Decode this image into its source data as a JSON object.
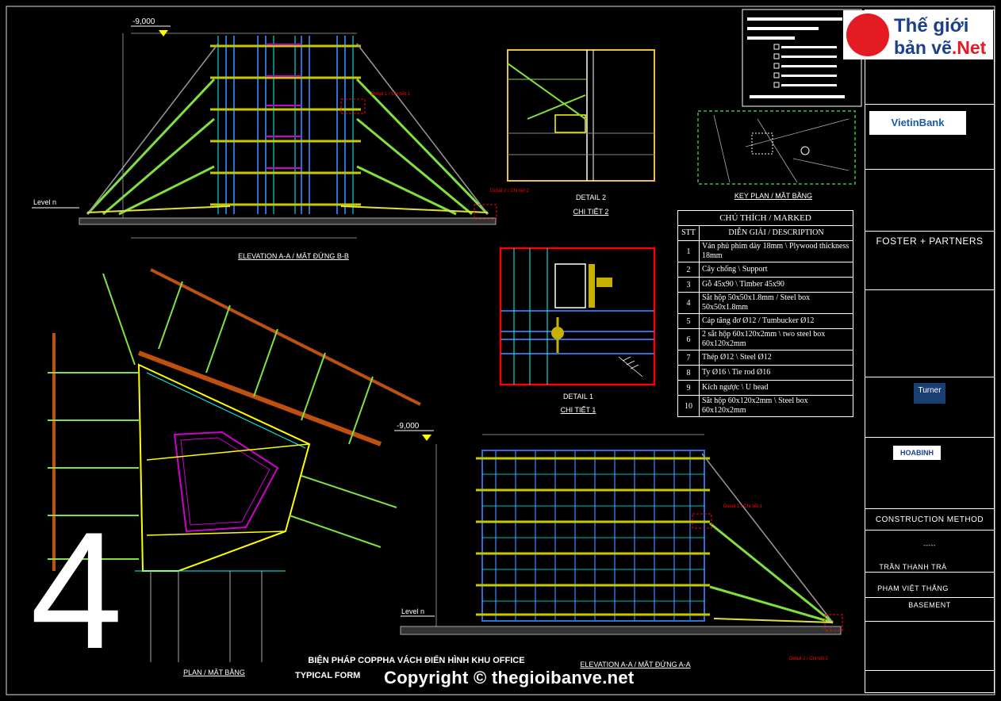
{
  "logo": {
    "line1": "Thế giới",
    "line2": "bản vẽ",
    "line2_suffix": ".Net"
  },
  "levels": {
    "top_left": "-9,000",
    "top_right": "-9,000",
    "level_left": "Level n",
    "level_right": "Level n"
  },
  "captions": {
    "elev_bb": "ELEVATION A-A / MẶT ĐỨNG  B-B",
    "detail2": "DETAIL 2",
    "detail2_vn": "CHI TIẾT 2",
    "detail1": "DETAIL 1",
    "detail1_vn": "CHI TIẾT 1",
    "keyplan": "KEY PLAN / MẶT BẰNG",
    "plan": "PLAN / MẶT BẰNG",
    "elev_aa": "ELEVATION A-A / MẶT ĐỨNG  A-A",
    "main_title_vn": "BIỆN PHÁP COPPHA VÁCH ĐIỂN HÌNH KHU OFFICE",
    "main_title_en": "TYPICAL FORM"
  },
  "callouts": {
    "detail1": "Detail 1 / Chi tiết 1",
    "detail2": "Detail 2 / Chi tiết 2"
  },
  "big_number": "4",
  "legend": {
    "title": "CHÚ THÍCH / MARKED",
    "col_stt": "STT",
    "col_desc": "DIỄN GIẢI / DESCRIPTION",
    "rows": [
      {
        "n": "1",
        "t": "Ván phủ phim dày 18mm \\ Plywood thickness 18mm"
      },
      {
        "n": "2",
        "t": "Cây chống \\ Support"
      },
      {
        "n": "3",
        "t": "Gỗ 45x90 \\ Timber 45x90"
      },
      {
        "n": "4",
        "t": "Sắt hộp 50x50x1.8mm / Steel box 50x50x1.8mm"
      },
      {
        "n": "5",
        "t": "Cáp tăng đơ Ø12 / Tumbucker Ø12"
      },
      {
        "n": "6",
        "t": "2 sắt hộp 60x120x2mm \\ two steel box 60x120x2mm"
      },
      {
        "n": "7",
        "t": "Thép Ø12 \\ Steel Ø12"
      },
      {
        "n": "8",
        "t": "Ty Ø16 \\ Tie rod Ø16"
      },
      {
        "n": "9",
        "t": "Kích ngược \\ U head"
      },
      {
        "n": "10",
        "t": "Sắt hộp 60x120x2mm \\ Steel box 60x120x2mm"
      }
    ]
  },
  "titleblock": {
    "vietinbank": "VietinBank",
    "foster": "FOSTER + PARTNERS",
    "turner": "Turner",
    "hoabinh": "HOABINH",
    "method": "CONSTRUCTION METHOD",
    "dots": "-----",
    "person1": "TRẦN THANH TRÀ",
    "person2": "PHẠM VIỆT THẮNG",
    "location": "BASEMENT"
  },
  "watermark": "Copyright © thegioibanve.net"
}
